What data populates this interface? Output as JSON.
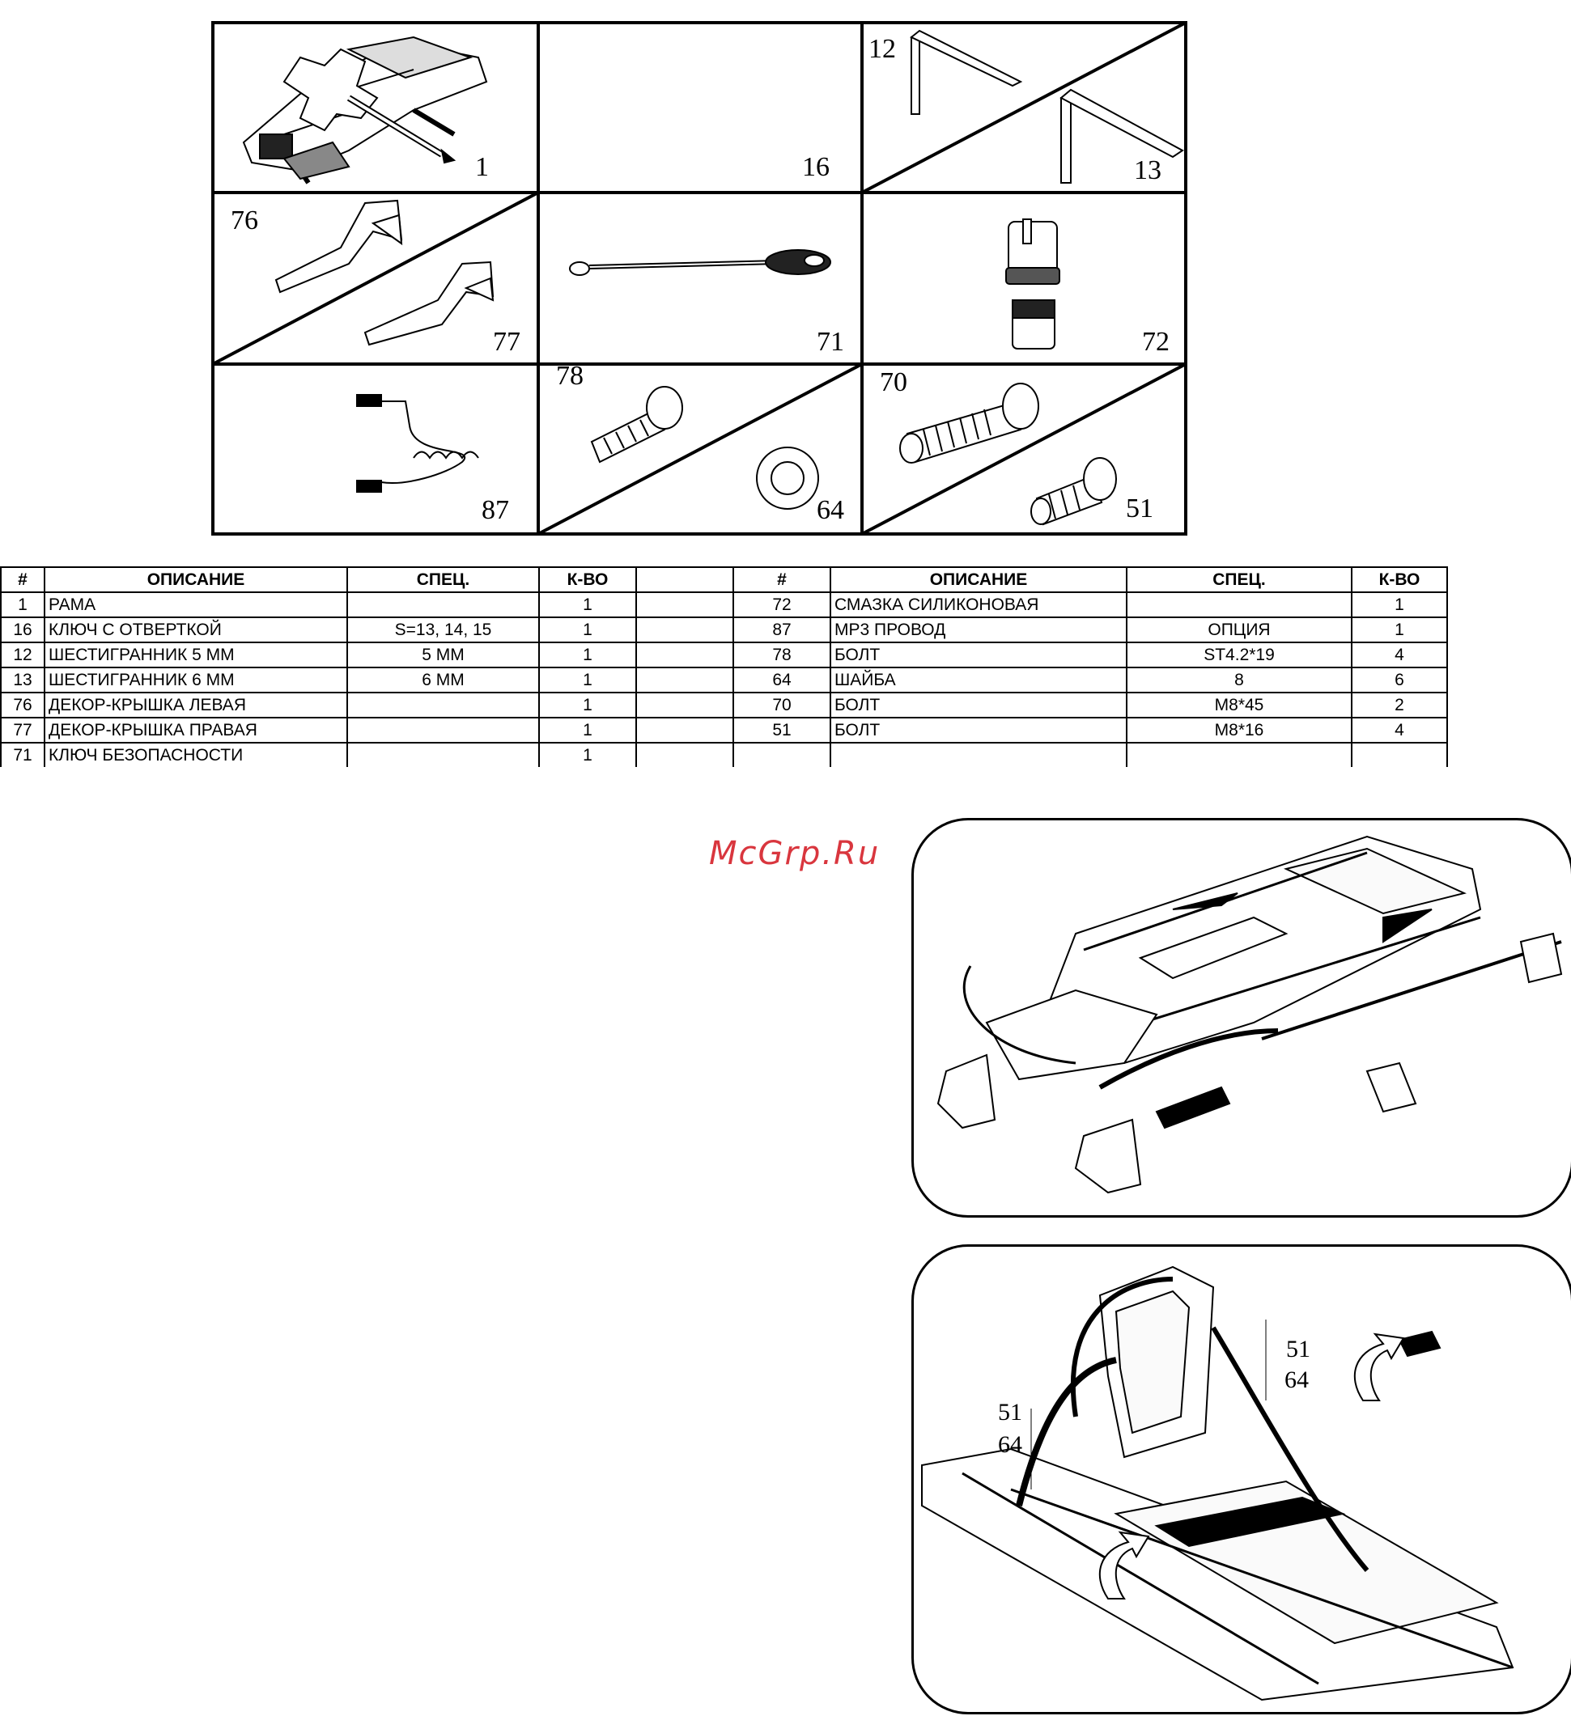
{
  "parts_grid": {
    "cells": [
      {
        "labels": [
          "1"
        ]
      },
      {
        "labels": [
          "16"
        ]
      },
      {
        "labels": [
          "12",
          "13"
        ]
      },
      {
        "labels": [
          "76",
          "77"
        ]
      },
      {
        "labels": [
          "71"
        ]
      },
      {
        "labels": [
          "72"
        ]
      },
      {
        "labels": [
          "87"
        ]
      },
      {
        "labels": [
          "78",
          "64"
        ]
      },
      {
        "labels": [
          "70",
          "51"
        ]
      }
    ]
  },
  "table": {
    "headers": [
      "#",
      "ОПИСАНИЕ",
      "СПЕЦ.",
      "К-ВО",
      "",
      "#",
      "ОПИСАНИЕ",
      "СПЕЦ.",
      "К-ВО"
    ],
    "rows": [
      [
        "1",
        "РАМА",
        "",
        "1",
        "",
        "72",
        "СМАЗКА СИЛИКОНОВАЯ",
        "",
        "1"
      ],
      [
        "16",
        "КЛЮЧ С ОТВЕРТКОЙ",
        "S=13, 14, 15",
        "1",
        "",
        "87",
        "MP3 ПРОВОД",
        "ОПЦИЯ",
        "1"
      ],
      [
        "12",
        "ШЕСТИГРАННИК 5 ММ",
        "5 ММ",
        "1",
        "",
        "78",
        "БОЛТ",
        "ST4.2*19",
        "4"
      ],
      [
        "13",
        "ШЕСТИГРАННИК 6 ММ",
        "6 ММ",
        "1",
        "",
        "64",
        "ШАЙБА",
        "8",
        "6"
      ],
      [
        "76",
        "ДЕКОР-КРЫШКА ЛЕВАЯ",
        "",
        "1",
        "",
        "70",
        "БОЛТ",
        "M8*45",
        "2"
      ],
      [
        "77",
        "ДЕКОР-КРЫШКА ПРАВАЯ",
        "",
        "1",
        "",
        "51",
        "БОЛТ",
        "M8*16",
        "4"
      ],
      [
        "71",
        "КЛЮЧ БЕЗОПАСНОСТИ",
        "",
        "1",
        "",
        "",
        "",
        "",
        ""
      ]
    ]
  },
  "watermark": "McGrp.Ru",
  "step2_callouts": [
    "51",
    "64",
    "51",
    "64"
  ]
}
